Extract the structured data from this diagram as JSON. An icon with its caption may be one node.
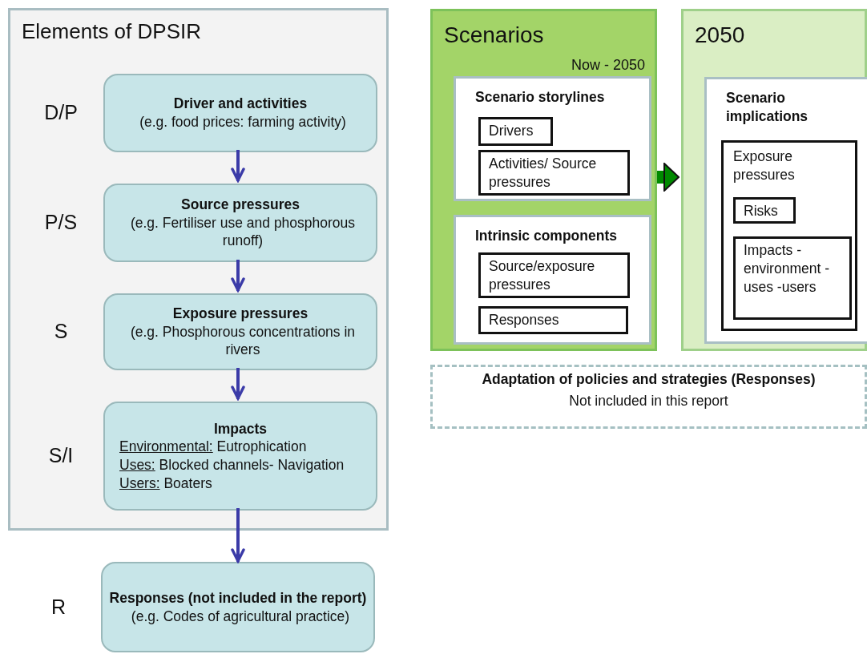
{
  "diagram": {
    "nodes": [
      {
        "text": [
          "Elements of DPSIR"
        ]
      },
      {
        "text": [
          "Driver and activities",
          "(e.g. food prices: farming activity)"
        ],
        "beside": [
          "D/P"
        ],
        "in": 0
      },
      {
        "text": [
          "Source pressures",
          "(e.g. Fertiliser use and phosphorous runoff)"
        ],
        "beside": [
          "P/S"
        ],
        "in": 0
      },
      {
        "text": [
          "Exposure pressures",
          "(e.g. Phosphorous concentrations in rivers"
        ],
        "beside": [
          "S"
        ],
        "in": 0
      },
      {
        "text": [
          "Impacts",
          "Environmental: Eutrophication",
          "Uses: Blocked channels- Navigation",
          "Users: Boaters"
        ],
        "beside": [
          "S/I"
        ],
        "in": 0
      },
      {
        "text": [
          "Responses (not included in the report)",
          "(e.g. Codes of agricultural practice)"
        ],
        "beside": [
          "R"
        ]
      },
      {
        "text": [
          "Scenarios",
          "Now - 2050"
        ]
      },
      {
        "text": [
          "Scenario storylines"
        ],
        "in": 6
      },
      {
        "text": [
          "Drivers"
        ],
        "in": 7
      },
      {
        "text": [
          "Activities/ Source pressures"
        ],
        "in": 7
      },
      {
        "text": [
          "Intrinsic components"
        ],
        "in": 6
      },
      {
        "text": [
          "Source/exposure pressures"
        ],
        "in": 10
      },
      {
        "text": [
          "Responses"
        ],
        "in": 10
      },
      {
        "text": [
          "2050"
        ]
      },
      {
        "text": [
          "Scenario implications"
        ],
        "in": 13
      },
      {
        "text": [
          "Exposure pressures"
        ],
        "in": 14
      },
      {
        "text": [
          "Risks"
        ],
        "in": 15
      },
      {
        "text": [
          "Impacts -environment -uses -users"
        ],
        "in": 15
      },
      {
        "text": [
          "Adaptation of policies and strategies (Responses)",
          "Not included in this report"
        ]
      }
    ],
    "edges": [
      {
        "from": 1,
        "to": 2,
        "arrow": "to"
      },
      {
        "from": 2,
        "to": 3,
        "arrow": "to"
      },
      {
        "from": 3,
        "to": 4,
        "arrow": "to"
      },
      {
        "from": 4,
        "to": 5,
        "arrow": "to"
      },
      {
        "from": 6,
        "to": 13,
        "arrow": "to",
        "style": "thick",
        "color": "#008a00"
      }
    ]
  }
}
